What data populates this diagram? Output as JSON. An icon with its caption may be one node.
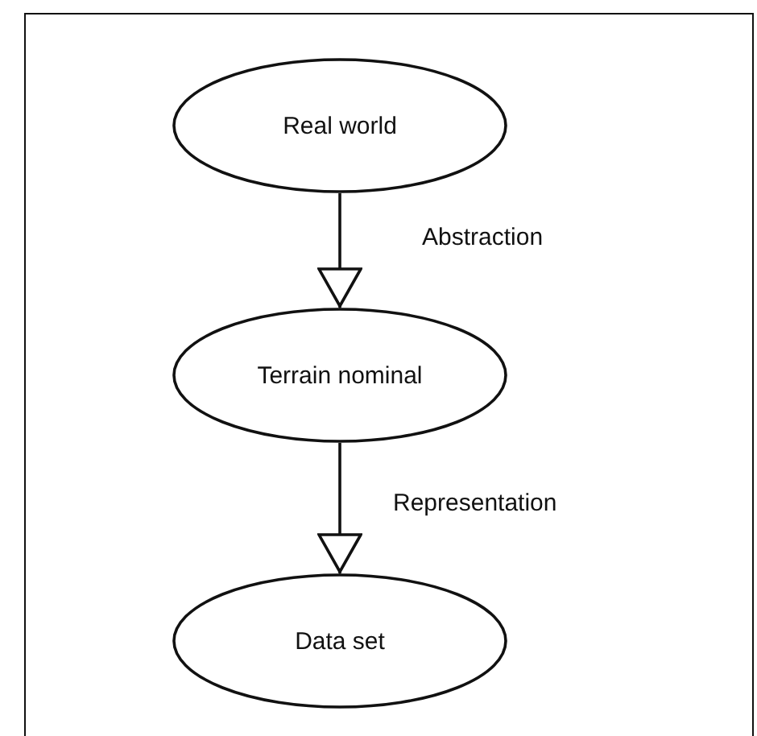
{
  "diagram": {
    "nodes": [
      {
        "text": [
          "Real world"
        ]
      },
      {
        "text": [
          "Terrain nominal"
        ]
      },
      {
        "text": [
          "Data set"
        ]
      }
    ],
    "edges": [
      {
        "from": 0,
        "to": 1,
        "arrow": "to",
        "label": "Abstraction"
      },
      {
        "from": 1,
        "to": 2,
        "arrow": "to",
        "label": "Representation"
      }
    ]
  }
}
